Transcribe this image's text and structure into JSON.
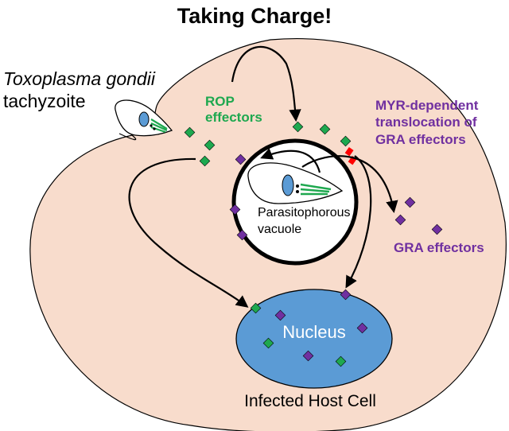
{
  "title": "Taking Charge!",
  "organism": {
    "name": "Toxoplasma gondii",
    "stage": "tachyzoite"
  },
  "labels": {
    "rop": "ROP\neffectors",
    "myr": "MYR-dependent\ntranslocation of\nGRA effectors",
    "gra": "GRA effectors",
    "pv": "Parasitophorous\nvacuole",
    "nucleus": "Nucleus",
    "host": "Infected Host Cell"
  },
  "colors": {
    "cytoplasm": "#f8dccc",
    "nucleus": "#5b9bd5",
    "rop_effector": "#1ea84f",
    "gra_effector": "#7030a0",
    "translocon": "#ff0000",
    "outline": "#000000"
  }
}
